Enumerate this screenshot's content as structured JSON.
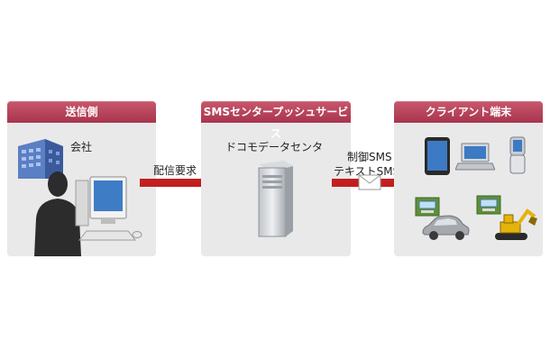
{
  "panels": [
    {
      "header": "送信側",
      "labels": [
        "会社"
      ]
    },
    {
      "header": "SMSセンタープッシュサービス",
      "labels": [
        "ドコモデータセンタ"
      ]
    },
    {
      "header": "クライアント端末",
      "labels": []
    }
  ],
  "arrows": [
    {
      "lines": [
        "配信要求"
      ]
    },
    {
      "lines": [
        "制御SMS",
        "テキストSMS"
      ]
    }
  ],
  "colors": {
    "header": "#b23f58",
    "arrow": "#c21f1f",
    "panel": "#e9e9ea"
  },
  "icons": [
    "office-building-icon",
    "person-silhouette-icon",
    "desktop-computer-icon",
    "server-tower-icon",
    "envelope-icon",
    "tablet-icon",
    "laptop-icon",
    "flip-phone-icon",
    "car-icon",
    "excavator-icon",
    "circuit-module-icon"
  ]
}
